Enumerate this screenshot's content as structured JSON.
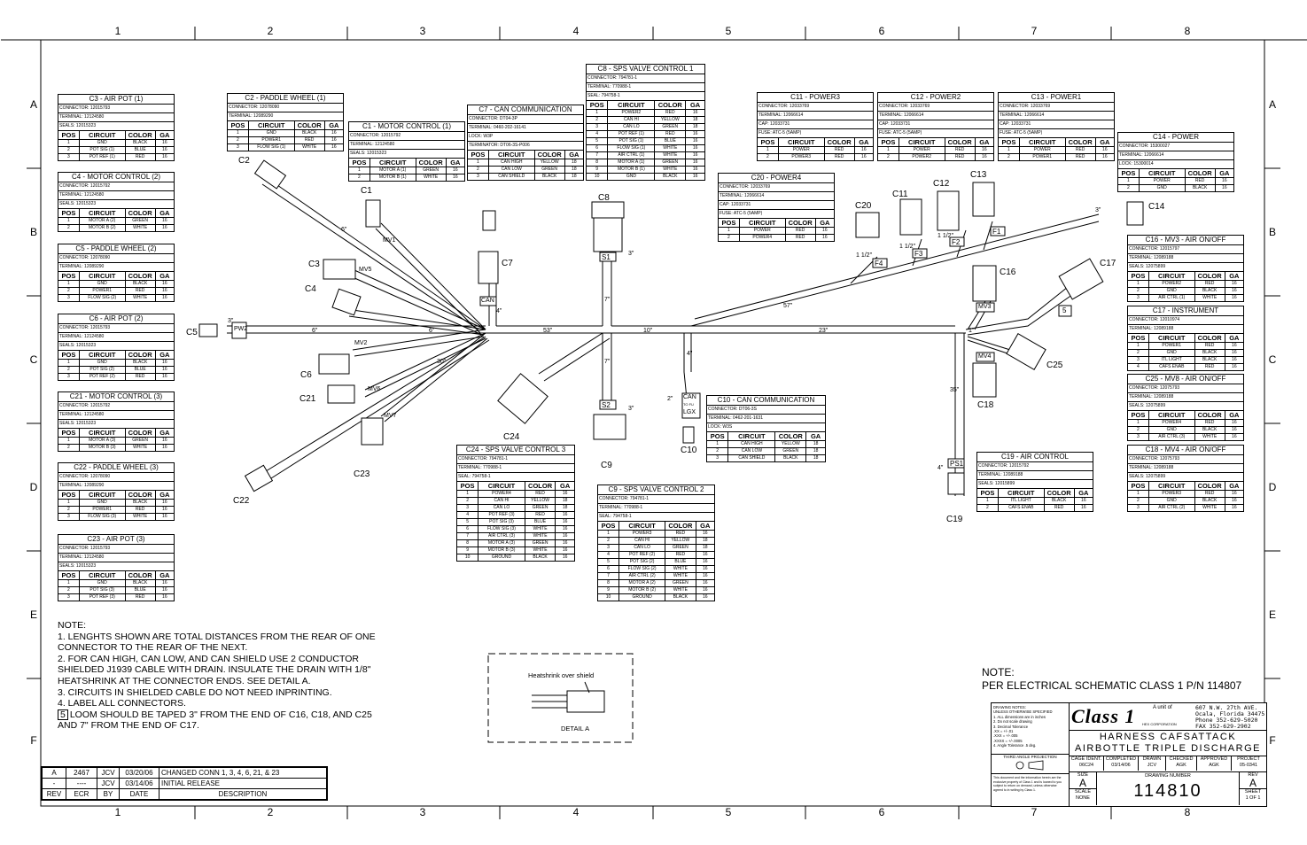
{
  "grid": {
    "columns": [
      "1",
      "2",
      "3",
      "4",
      "5",
      "6",
      "7",
      "8"
    ],
    "rows": [
      "A",
      "B",
      "C",
      "D",
      "E",
      "F"
    ]
  },
  "tables": [
    {
      "id": "c3",
      "title": "C3 - AIR POT (1)",
      "meta": [
        "CONNECTOR: 12015793",
        "TERMINAL: 12124580",
        "SEALS: 12015323"
      ],
      "headers": [
        "POS",
        "CIRCUIT",
        "COLOR",
        "GA"
      ],
      "rows": [
        [
          "1",
          "GND",
          "BLACK",
          "16"
        ],
        [
          "2",
          "POT SIG (1)",
          "BLUE",
          "16"
        ],
        [
          "3",
          "POT REF (1)",
          "RED",
          "16"
        ]
      ]
    },
    {
      "id": "c4",
      "title": "C4 - MOTOR CONTROL (2)",
      "meta": [
        "CONNECTOR: 12015792",
        "TERMINAL: 12124580",
        "SEALS: 12015323"
      ],
      "headers": [
        "POS",
        "CIRCUIT",
        "COLOR",
        "GA"
      ],
      "rows": [
        [
          "1",
          "MOTOR A (2)",
          "GREEN",
          "16"
        ],
        [
          "2",
          "MOTOR B (2)",
          "WHITE",
          "16"
        ]
      ]
    },
    {
      "id": "c5",
      "title": "C5 - PADDLE WHEEL (2)",
      "meta": [
        "CONNECTOR: 12078090",
        "TERMINAL: 12089290"
      ],
      "headers": [
        "POS",
        "CIRCUIT",
        "COLOR",
        "GA"
      ],
      "rows": [
        [
          "1",
          "GND",
          "BLACK",
          "16"
        ],
        [
          "2",
          "POWER1",
          "RED",
          "16"
        ],
        [
          "3",
          "FLOW SIG (2)",
          "WHITE",
          "16"
        ]
      ]
    },
    {
      "id": "c6",
      "title": "C6 - AIR POT (2)",
      "meta": [
        "CONNECTOR: 12015793",
        "TERMINAL: 12124580",
        "SEALS: 12015323"
      ],
      "headers": [
        "POS",
        "CIRCUIT",
        "COLOR",
        "GA"
      ],
      "rows": [
        [
          "1",
          "GND",
          "BLACK",
          "16"
        ],
        [
          "2",
          "POT SIG (2)",
          "BLUE",
          "16"
        ],
        [
          "3",
          "POT REF (2)",
          "RED",
          "16"
        ]
      ]
    },
    {
      "id": "c21",
      "title": "C21 - MOTOR CONTROL (3)",
      "meta": [
        "CONNECTOR: 12015792",
        "TERMINAL: 12124580",
        "SEALS: 12015323"
      ],
      "headers": [
        "POS",
        "CIRCUIT",
        "COLOR",
        "GA"
      ],
      "rows": [
        [
          "1",
          "MOTOR A (3)",
          "GREEN",
          "16"
        ],
        [
          "2",
          "MOTOR B (3)",
          "WHITE",
          "16"
        ]
      ]
    },
    {
      "id": "c22",
      "title": "C22 - PADDLE WHEEL (3)",
      "meta": [
        "CONNECTOR: 12078090",
        "TERMINAL: 12089290"
      ],
      "headers": [
        "POS",
        "CIRCUIT",
        "COLOR",
        "GA"
      ],
      "rows": [
        [
          "1",
          "GND",
          "BLACK",
          "16"
        ],
        [
          "2",
          "POWER1",
          "RED",
          "16"
        ],
        [
          "3",
          "FLOW SIG (3)",
          "WHITE",
          "16"
        ]
      ]
    },
    {
      "id": "c23",
      "title": "C23 - AIR POT (3)",
      "meta": [
        "CONNECTOR: 12015793",
        "TERMINAL: 12124580",
        "SEALS: 12015323"
      ],
      "headers": [
        "POS",
        "CIRCUIT",
        "COLOR",
        "GA"
      ],
      "rows": [
        [
          "1",
          "GND",
          "BLACK",
          "16"
        ],
        [
          "2",
          "POT SIG (3)",
          "BLUE",
          "16"
        ],
        [
          "3",
          "POT REF (3)",
          "RED",
          "16"
        ]
      ]
    },
    {
      "id": "c2",
      "title": "C2 - PADDLE WHEEL (1)",
      "meta": [
        "CONNECTOR: 12078090",
        "TERMINAL: 12089290"
      ],
      "headers": [
        "POS",
        "CIRCUIT",
        "COLOR",
        "GA"
      ],
      "rows": [
        [
          "1",
          "GND",
          "BLACK",
          "16"
        ],
        [
          "2",
          "POWER1",
          "RED",
          "16"
        ],
        [
          "3",
          "FLOW SIG (1)",
          "WHITE",
          "16"
        ]
      ]
    },
    {
      "id": "c1",
      "title": "C1 - MOTOR CONTROL (1)",
      "meta": [
        "CONNECTOR: 12015792",
        "TERMINAL: 12124580",
        "SEALS: 12015323"
      ],
      "headers": [
        "POS",
        "CIRCUIT",
        "COLOR",
        "GA"
      ],
      "rows": [
        [
          "1",
          "MOTOR A (1)",
          "GREEN",
          "16"
        ],
        [
          "2",
          "MOTOR B (1)",
          "WHITE",
          "16"
        ]
      ]
    },
    {
      "id": "c7",
      "title": "C7 - CAN COMMUNICATION",
      "meta": [
        "CONNECTOR: DT04-3P",
        "TERMINAL: 0460-202-16141",
        "LOCK: W3P",
        "TERMINATOR: DT06-3S-P006"
      ],
      "headers": [
        "POS",
        "CIRCUIT",
        "COLOR",
        "GA"
      ],
      "rows": [
        [
          "1",
          "CAN HIGH",
          "YELLOW",
          "18"
        ],
        [
          "2",
          "CAN LOW",
          "GREEN",
          "18"
        ],
        [
          "3",
          "CAN SHIELD",
          "BLACK",
          "18"
        ]
      ]
    },
    {
      "id": "c8",
      "title": "C8 - SPS VALVE CONTROL 1",
      "meta": [
        "CONNECTOR: 794781-1",
        "TERMINAL: 770988-1",
        "SEAL: 794758-1"
      ],
      "headers": [
        "POS",
        "CIRCUIT",
        "COLOR",
        "GA"
      ],
      "rows": [
        [
          "1",
          "POWER2",
          "RED",
          "16"
        ],
        [
          "2",
          "CAN HI",
          "YELLOW",
          "18"
        ],
        [
          "3",
          "CAN LO",
          "GREEN",
          "18"
        ],
        [
          "4",
          "POT REF (1)",
          "RED",
          "16"
        ],
        [
          "5",
          "POT SIG (1)",
          "BLUE",
          "16"
        ],
        [
          "6",
          "FLOW SIG (1)",
          "WHITE",
          "16"
        ],
        [
          "7",
          "AIR CTRL (1)",
          "WHITE",
          "16"
        ],
        [
          "8",
          "MOTOR A (1)",
          "GREEN",
          "16"
        ],
        [
          "9",
          "MOTOR B (1)",
          "WHITE",
          "16"
        ],
        [
          "10",
          "GND",
          "BLACK",
          "16"
        ]
      ]
    },
    {
      "id": "c11",
      "title": "C11 - POWER3",
      "meta": [
        "CONNECTOR: 12033769",
        "TERMINAL: 12066614",
        "CAP: 12033731",
        "FUSE: ATC-5 (5AMP)"
      ],
      "headers": [
        "POS",
        "CIRCUIT",
        "COLOR",
        "GA"
      ],
      "rows": [
        [
          "1",
          "POWER",
          "RED",
          "16"
        ],
        [
          "2",
          "POWER3",
          "RED",
          "16"
        ]
      ]
    },
    {
      "id": "c12",
      "title": "C12 - POWER2",
      "meta": [
        "CONNECTOR: 12033769",
        "TERMINAL: 12066614",
        "CAP: 12033731",
        "FUSE: ATC-5 (5AMP)"
      ],
      "headers": [
        "POS",
        "CIRCUIT",
        "COLOR",
        "GA"
      ],
      "rows": [
        [
          "1",
          "POWER",
          "RED",
          "16"
        ],
        [
          "2",
          "POWER2",
          "RED",
          "16"
        ]
      ]
    },
    {
      "id": "c13",
      "title": "C13 - POWER1",
      "meta": [
        "CONNECTOR: 12033769",
        "TERMINAL: 12066614",
        "CAP: 12033731",
        "FUSE: ATC-5 (5AMP)"
      ],
      "headers": [
        "POS",
        "CIRCUIT",
        "COLOR",
        "GA"
      ],
      "rows": [
        [
          "1",
          "POWER",
          "RED",
          "16"
        ],
        [
          "2",
          "POWER1",
          "RED",
          "16"
        ]
      ]
    },
    {
      "id": "c14",
      "title": "C14 - POWER",
      "meta": [
        "CONNECTOR: 15300027",
        "TERMINAL: 12066614",
        "LOCK: 15300014"
      ],
      "headers": [
        "POS",
        "CIRCUIT",
        "COLOR",
        "GA"
      ],
      "rows": [
        [
          "1",
          "POWER",
          "RED",
          "16"
        ],
        [
          "2",
          "GND",
          "BLACK",
          "16"
        ]
      ]
    },
    {
      "id": "c20",
      "title": "C20 - POWER4",
      "meta": [
        "CONNECTOR: 12033769",
        "TERMINAL: 12066614",
        "CAP: 12033731",
        "FUSE: ATC-5 (5AMP)"
      ],
      "headers": [
        "POS",
        "CIRCUIT",
        "COLOR",
        "GA"
      ],
      "rows": [
        [
          "1",
          "POWER",
          "RED",
          "16"
        ],
        [
          "2",
          "POWER4",
          "RED",
          "16"
        ]
      ]
    },
    {
      "id": "c16",
      "title": "C16 - MV3 - AIR ON/OFF",
      "meta": [
        "CONNECTOR: 12015797",
        "TERMINAL: 12089188",
        "SEALS: 12075899"
      ],
      "headers": [
        "POS",
        "CIRCUIT",
        "COLOR",
        "GA"
      ],
      "rows": [
        [
          "1",
          "POWER2",
          "RED",
          "16"
        ],
        [
          "2",
          "GND",
          "BLACK",
          "16"
        ],
        [
          "3",
          "AIR CTRL (1)",
          "WHITE",
          "16"
        ]
      ]
    },
    {
      "id": "c17",
      "title": "C17 - INSTRUMENT",
      "meta": [
        "CONNECTOR: 12010974",
        "TERMINAL: 12089188"
      ],
      "headers": [
        "POS",
        "CIRCUIT",
        "COLOR",
        "GA"
      ],
      "rows": [
        [
          "1",
          "POWER1",
          "RED",
          "16"
        ],
        [
          "2",
          "GND",
          "BLACK",
          "16"
        ],
        [
          "3",
          "ITL LIGHT",
          "BLACK",
          "16"
        ],
        [
          "4",
          "CAFS ENAB",
          "RED",
          "16"
        ]
      ]
    },
    {
      "id": "c25",
      "title": "C25 - MV8 - AIR ON/OFF",
      "meta": [
        "CONNECTOR: 12075793",
        "TERMINAL: 12089188",
        "SEALS: 12075899"
      ],
      "headers": [
        "POS",
        "CIRCUIT",
        "COLOR",
        "GA"
      ],
      "rows": [
        [
          "1",
          "POWER4",
          "RED",
          "16"
        ],
        [
          "2",
          "GND",
          "BLACK",
          "16"
        ],
        [
          "3",
          "AIR CTRL (3)",
          "WHITE",
          "16"
        ]
      ]
    },
    {
      "id": "c18",
      "title": "C18 - MV4 - AIR ON/OFF",
      "meta": [
        "CONNECTOR: 12075793",
        "TERMINAL: 12089188",
        "SEALS: 12075899"
      ],
      "headers": [
        "POS",
        "CIRCUIT",
        "COLOR",
        "GA"
      ],
      "rows": [
        [
          "1",
          "POWER3",
          "RED",
          "16"
        ],
        [
          "2",
          "GND",
          "BLACK",
          "16"
        ],
        [
          "3",
          "AIR CTRL (2)",
          "WHITE",
          "16"
        ]
      ]
    },
    {
      "id": "c10",
      "title": "C10 - CAN COMMUNICATION",
      "meta": [
        "CONNECTOR: DT06-3S",
        "TERMINAL: 0462-201-1631",
        "LOCK: W3S"
      ],
      "headers": [
        "POS",
        "CIRCUIT",
        "COLOR",
        "GA"
      ],
      "rows": [
        [
          "1",
          "CAN HIGH",
          "YELLOW",
          "18"
        ],
        [
          "2",
          "CAN LOW",
          "GREEN",
          "18"
        ],
        [
          "3",
          "CAN SHIELD",
          "BLACK",
          "18"
        ]
      ]
    },
    {
      "id": "c19",
      "title": "C19 - AIR CONTROL",
      "meta": [
        "CONNECTOR: 12015792",
        "TERMINAL: 12089188",
        "SEALS: 12015899"
      ],
      "headers": [
        "POS",
        "CIRCUIT",
        "COLOR",
        "GA"
      ],
      "rows": [
        [
          "1",
          "ITL LIGHT",
          "BLACK",
          "16"
        ],
        [
          "2",
          "CAFS ENAB",
          "RED",
          "16"
        ]
      ]
    },
    {
      "id": "c24",
      "title": "C24 - SPS VALVE CONTROL 3",
      "meta": [
        "CONNECTOR: 794781-1",
        "TERMINAL: 770988-1",
        "SEAL: 794758-1"
      ],
      "headers": [
        "POS",
        "CIRCUIT",
        "COLOR",
        "GA"
      ],
      "rows": [
        [
          "1",
          "POWER4",
          "RED",
          "16"
        ],
        [
          "2",
          "CAN HI",
          "YELLOW",
          "18"
        ],
        [
          "3",
          "CAN LO",
          "GREEN",
          "18"
        ],
        [
          "4",
          "POT REF (3)",
          "RED",
          "16"
        ],
        [
          "5",
          "POT SIG (3)",
          "BLUE",
          "16"
        ],
        [
          "6",
          "FLOW SIG (3)",
          "WHITE",
          "16"
        ],
        [
          "7",
          "AIR CTRL (3)",
          "WHITE",
          "16"
        ],
        [
          "8",
          "MOTOR A (3)",
          "GREEN",
          "16"
        ],
        [
          "9",
          "MOTOR B (3)",
          "WHITE",
          "16"
        ],
        [
          "10",
          "GROUND",
          "BLACK",
          "16"
        ]
      ]
    },
    {
      "id": "c9",
      "title": "C9 - SPS VALVE CONTROL 2",
      "meta": [
        "CONNECTOR: 794781-1",
        "TERMINAL: 770988-1",
        "SEAL: 794758-1"
      ],
      "headers": [
        "POS",
        "CIRCUIT",
        "COLOR",
        "GA"
      ],
      "rows": [
        [
          "1",
          "POWER3",
          "RED",
          "16"
        ],
        [
          "2",
          "CAN HI",
          "YELLOW",
          "18"
        ],
        [
          "3",
          "CAN LO",
          "GREEN",
          "18"
        ],
        [
          "4",
          "POT REF (2)",
          "RED",
          "16"
        ],
        [
          "5",
          "POT SIG (2)",
          "BLUE",
          "16"
        ],
        [
          "6",
          "FLOW SIG (2)",
          "WHITE",
          "16"
        ],
        [
          "7",
          "AIR CTRL (2)",
          "WHITE",
          "16"
        ],
        [
          "8",
          "MOTOR A (2)",
          "GREEN",
          "16"
        ],
        [
          "9",
          "MOTOR B (2)",
          "WHITE",
          "16"
        ],
        [
          "10",
          "GROUND",
          "BLACK",
          "16"
        ]
      ]
    }
  ],
  "connector_labels": [
    "C1",
    "C2",
    "C3",
    "C4",
    "C5",
    "C6",
    "C7",
    "C8",
    "C9",
    "C10",
    "C11",
    "C12",
    "C13",
    "C14",
    "C16",
    "C17",
    "C18",
    "C19",
    "C20",
    "C21",
    "C22",
    "C23",
    "C24",
    "C25"
  ],
  "wire_tags": [
    "MV1",
    "MV2",
    "PW2",
    "MV3",
    "MV4",
    "MV5",
    "MV6",
    "MV7",
    "S1",
    "S2",
    "CAN",
    "PS1",
    "F1",
    "F2",
    "F3",
    "F4",
    "5"
  ],
  "dimensions": [
    "53\"",
    "10\"",
    "23\"",
    "57\"",
    "6\"",
    "6\"",
    "30\"",
    "6\"",
    "7\"",
    "3\"",
    "3\"",
    "3\"",
    "4\"",
    "4\"",
    "7\"",
    "35\"",
    "1\"",
    "3\"",
    "1 1/2\"",
    "1 1/2\"",
    "1 1/2\"",
    "2\"",
    "4\""
  ],
  "can_box": {
    "top": "CAN",
    "mid": "TO FU",
    "bottom": "LGX"
  },
  "notes": {
    "heading": "NOTE:",
    "lines": [
      "1. LENGHTS SHOWN ARE TOTAL DISTANCES FROM THE REAR OF ONE",
      "CONNECTOR TO THE REAR OF THE NEXT.",
      "2. FOR CAN HIGH, CAN LOW, AND CAN SHIELD USE 2 CONDUCTOR",
      "SHIELDED J1939 CABLE WITH DRAIN.  INSULATE THE DRAIN WITH 1/8\"",
      "HEATSHRINK AT THE CONNECTOR ENDS.  SEE DETAIL A.",
      "3. CIRCUITS IN SHIELDED CABLE DO NOT NEED INPRINTING.",
      "4. LABEL ALL CONNECTORS."
    ],
    "item5_number": "5",
    "item5_line1": "LOOM SHOULD BE TAPED 3\" FROM THE END OF C16, C18, AND C25",
    "item5_line2": "AND 7\" FROM THE END OF C17."
  },
  "note2": {
    "heading": "NOTE:",
    "text": "PER ELECTRICAL SCHEMATIC CLASS 1 P/N 114807"
  },
  "detail": {
    "label": "Heatshrink over shield",
    "caption": "DETAIL A"
  },
  "revisions": {
    "rows": [
      [
        "A",
        "2467",
        "JCV",
        "03/20/06",
        "CHANGED CONN 1, 3, 4, 6, 21, & 23"
      ],
      [
        "-",
        "----",
        "JCV",
        "03/14/06",
        "INITIAL RELEASE"
      ]
    ],
    "headers": [
      "REV",
      "ECR",
      "BY",
      "DATE",
      "DESCRIPTION"
    ]
  },
  "title_block": {
    "drawing_notes": [
      "DRAWING NOTES:",
      "UNLESS OTHERWISE SPECIFIED",
      "1. ALL dimensions are in inches",
      "2. Do not scale drawing",
      "3. Decimal Tolerance",
      ".XX   = +/-.01",
      ".XXX  = +/-.005",
      ".XXXX = +/-.0005",
      "4. Angle Tolerance  .5 deg."
    ],
    "projection": "THIRD ANGLE PROJECTION",
    "proprietary": "This document and the information herein are the exclusive property of Class 1 and is loaned to you subject to return on demand, unless otherwise agreed to in writing by Class 1.",
    "logo": "Class 1",
    "logo_sub": "HEX CORPORATION",
    "unit_of": "A unit of",
    "address": [
      "607 N.W. 27th AVE.",
      "Ocala, Florida 34475",
      "Phone 352-629-5020",
      "FAX  352-629-2902"
    ],
    "title1": "HARNESS CAFSATTACK",
    "title2": "AIRBOTTLE TRIPLE DISCHARGE",
    "cage_ident_label": "CAGE IDENT.",
    "cage_ident": "06C24",
    "completed_label": "COMPLETED",
    "completed": "03/14/06",
    "drawn_label": "DRAWN",
    "drawn": "JCV",
    "checked_label": "CHECKED",
    "checked": "AGK",
    "approved_label": "APPROVED",
    "approved": "AGK",
    "project_label": "PROJECT",
    "project": "05-0341",
    "size_label": "SIZE",
    "size": "A",
    "drawing_number_label": "DRAWING NUMBER",
    "drawing_number": "114810",
    "rev_label": "REV",
    "rev": "A",
    "scale_label": "SCALE",
    "scale": "NONE",
    "sheet_label": "SHEET",
    "sheet": "1 OF 1"
  }
}
